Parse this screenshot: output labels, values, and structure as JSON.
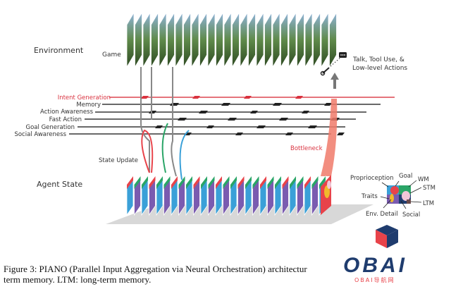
{
  "figure": {
    "environment_label": "Environment",
    "game_label": "Game",
    "actions_label_line1": "Talk, Tool Use, &",
    "actions_label_line2": "Low-level Actions",
    "modules": [
      {
        "label": "Intent Generation",
        "color": "#d9323f"
      },
      {
        "label": "Memory",
        "color": "#222222"
      },
      {
        "label": "Action Awareness",
        "color": "#222222"
      },
      {
        "label": "Fast Action",
        "color": "#222222"
      },
      {
        "label": "Goal Generation",
        "color": "#222222"
      },
      {
        "label": "Social Awareness",
        "color": "#222222"
      }
    ],
    "bottleneck_label": "Bottleneck",
    "state_update_label": "State Update",
    "agent_state_label": "Agent State",
    "state_legend": {
      "proprioception": "Proprioception",
      "goal": "Goal",
      "wm": "WM",
      "stm": "STM",
      "ltm": "LTM",
      "traits": "Traits",
      "env_detail": "Env. Detail",
      "social": "Social"
    },
    "colors": {
      "red": "#e8434a",
      "green": "#2aa567",
      "blue": "#3aa0d8",
      "grey": "#888888",
      "purple": "#7a5bb0"
    }
  },
  "caption": {
    "line1": "Figure 3: PIANO (Parallel Input Aggregation via Neural Orchestration) architectur",
    "line2": "term memory. LTM: long-term memory."
  },
  "watermark": {
    "brand": "OBAI",
    "sub": "OBAI导航网"
  }
}
